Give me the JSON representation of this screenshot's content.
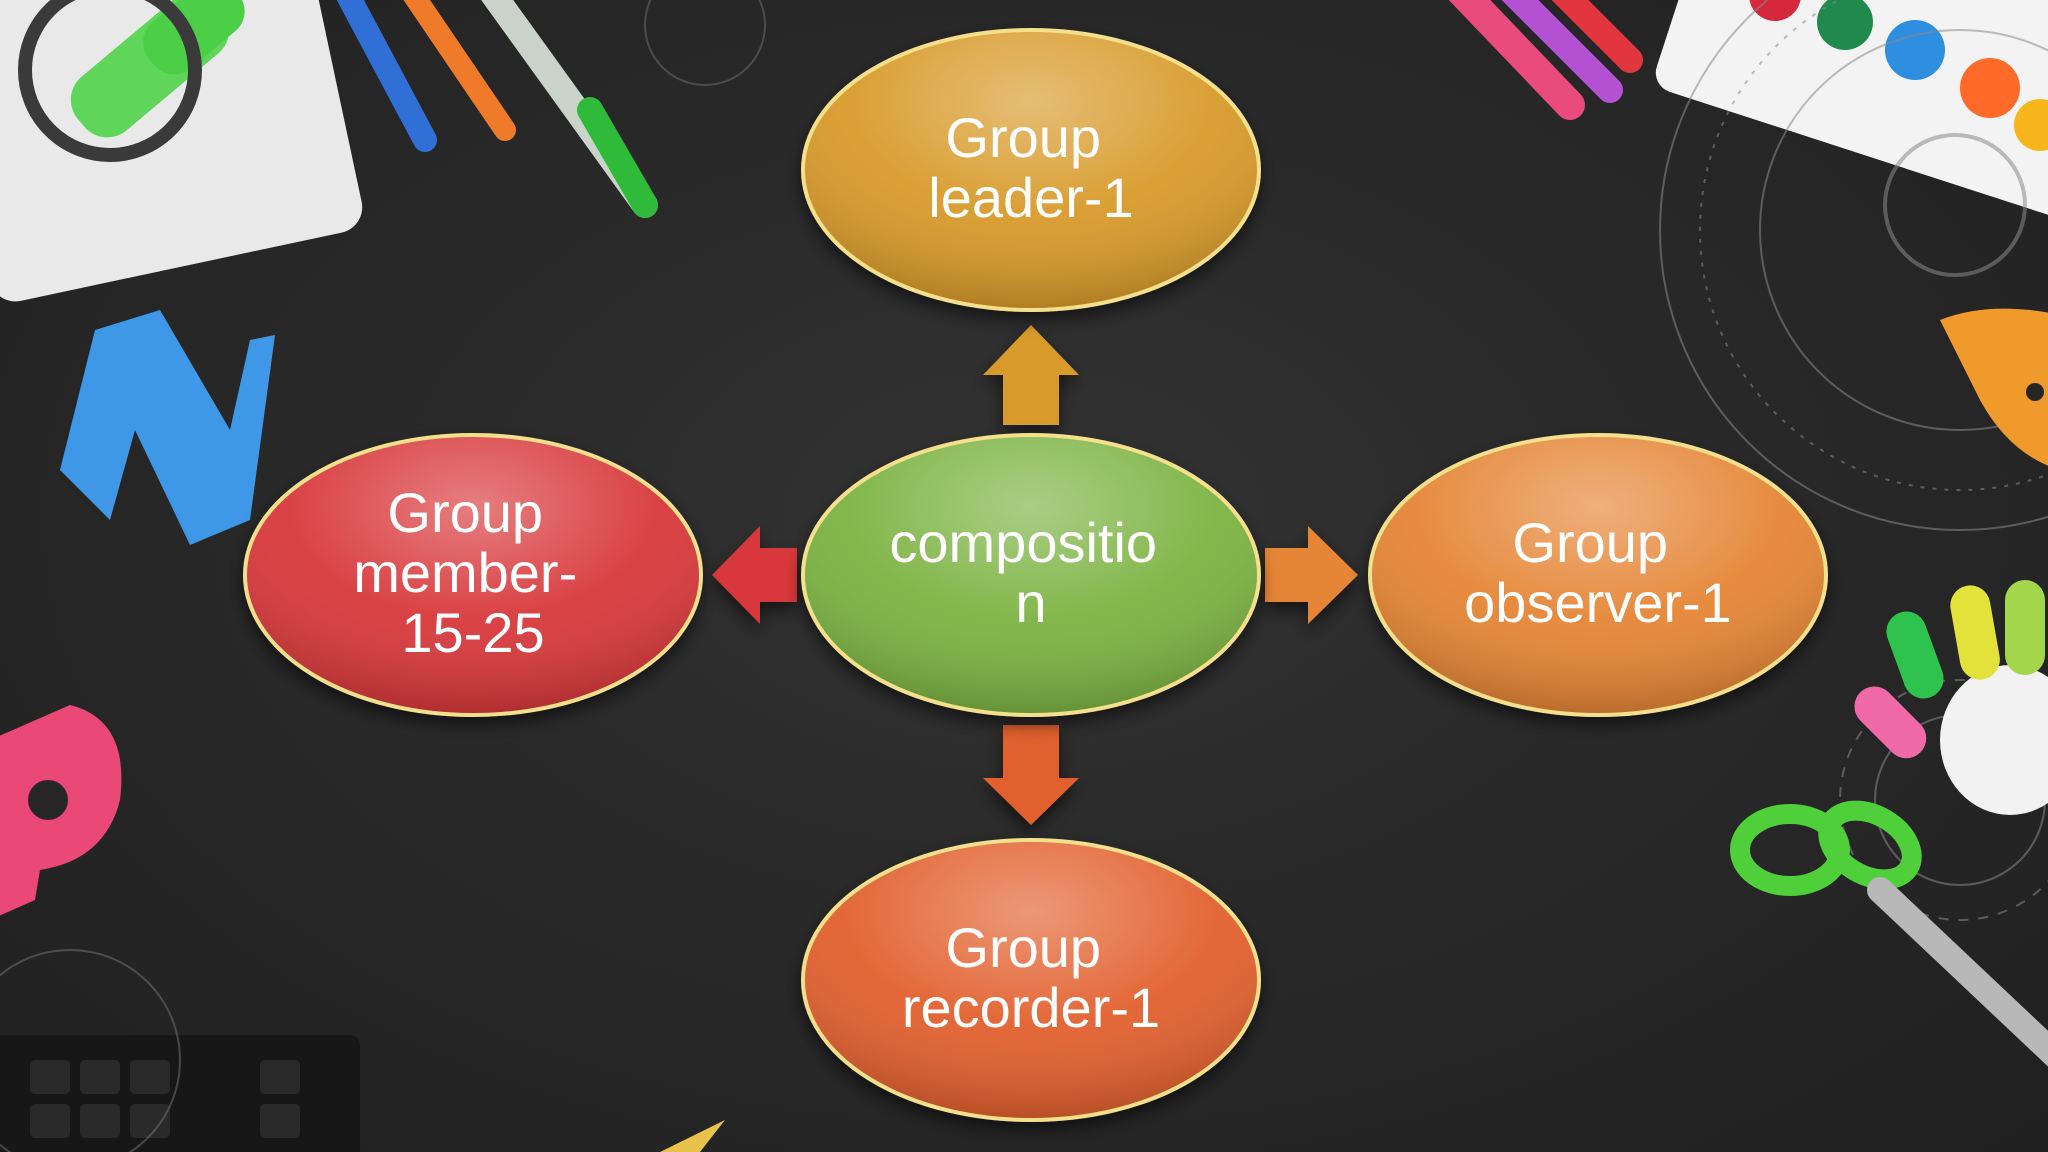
{
  "diagram": {
    "center": {
      "lines": [
        "compositio",
        "n"
      ],
      "color": "#7cb342"
    },
    "nodes": {
      "top": {
        "lines": [
          "Group",
          "leader-1"
        ],
        "color": "#d89a2c"
      },
      "left": {
        "lines": [
          "Group",
          "member-",
          "15-25"
        ],
        "color": "#d8383a"
      },
      "right": {
        "lines": [
          "Group",
          "observer-1"
        ],
        "color": "#e58535"
      },
      "bottom": {
        "lines": [
          "Group",
          "recorder-1"
        ],
        "color": "#e2612f"
      }
    }
  }
}
